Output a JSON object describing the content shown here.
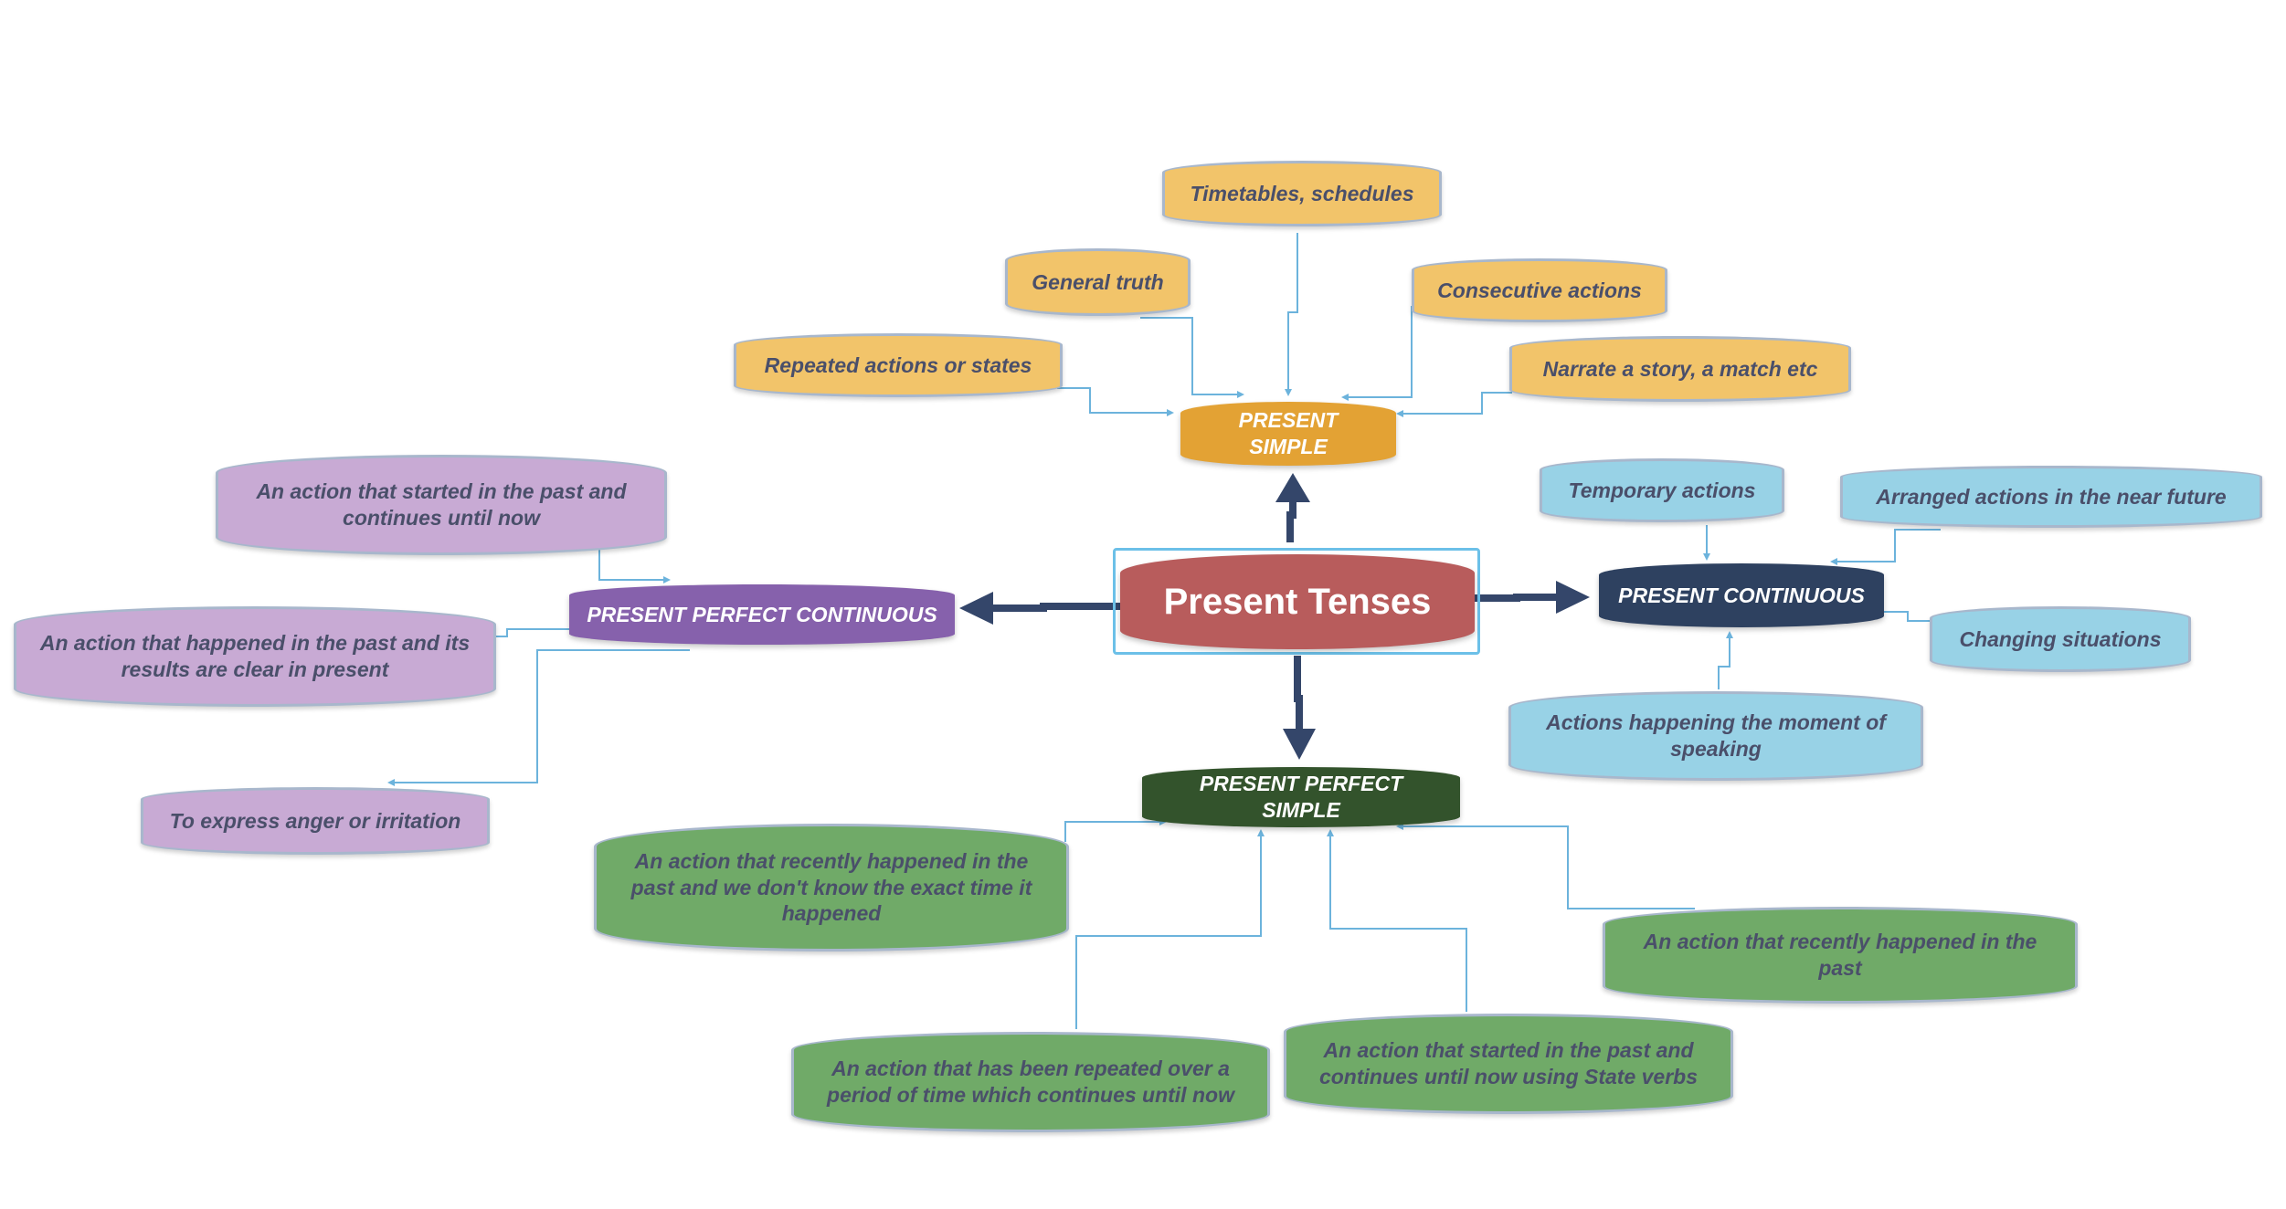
{
  "colors": {
    "central": "#b85c5c",
    "central_frame": "#6cc0e8",
    "connector": "#6cb3dc",
    "arrow": "#34466a",
    "leaf_border": "#a8b7cc",
    "leaf_text": "#4a4f6a",
    "simple_hub": "#e3a234",
    "simple_leaf": "#f2c46a",
    "continuous_hub": "#2e4160",
    "continuous_leaf": "#98d2e6",
    "perfect_hub": "#33532c",
    "perfect_leaf": "#70aa68",
    "perfect_continuous_hub": "#8661ac",
    "perfect_continuous_leaf": "#c8aad4"
  },
  "central": {
    "label": "Present Tenses"
  },
  "branches": {
    "present_simple": {
      "label": "PRESENT SIMPLE",
      "items": [
        "Timetables, schedules",
        "General truth",
        "Consecutive actions",
        "Repeated actions or states",
        "Narrate a story, a match etc"
      ]
    },
    "present_continuous": {
      "label": "PRESENT CONTINUOUS",
      "items": [
        "Temporary actions",
        "Arranged actions in the near future",
        "Changing situations",
        "Actions happening the moment of speaking"
      ]
    },
    "present_perfect_simple": {
      "label": "PRESENT PERFECT SIMPLE",
      "items": [
        "An action that recently happened in the past and we don't know the exact time it happened",
        "An action that recently happened in the past",
        "An action that has been repeated over a period of time which continues until now",
        "An action that started in the past and continues until now using State verbs"
      ]
    },
    "present_perfect_continuous": {
      "label": "PRESENT PERFECT CONTINUOUS",
      "items": [
        "An action that started in the past and continues until now",
        "An action that happened in the past and its results are clear in present",
        "To express anger or irritation"
      ]
    }
  }
}
